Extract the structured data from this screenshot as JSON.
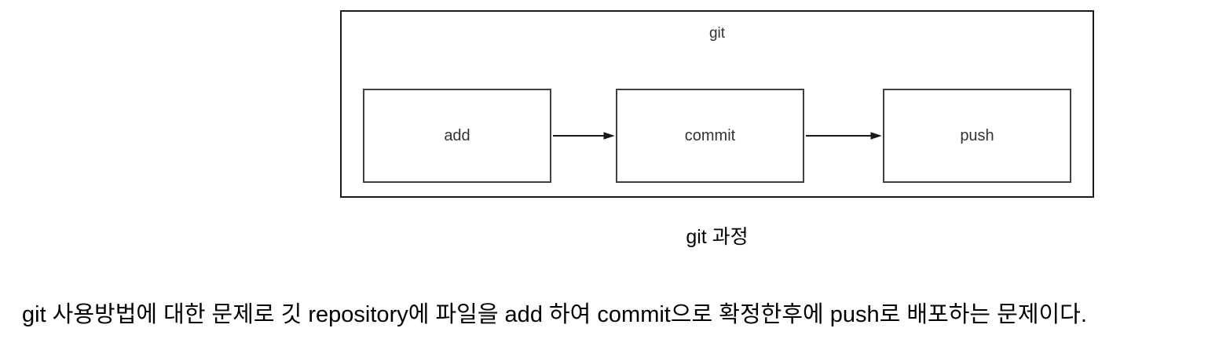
{
  "diagram": {
    "container": {
      "label": "git"
    },
    "nodes": [
      {
        "id": "add",
        "label": "add"
      },
      {
        "id": "commit",
        "label": "commit"
      },
      {
        "id": "push",
        "label": "push"
      }
    ],
    "arrows": [
      {
        "from": "add",
        "to": "commit"
      },
      {
        "from": "commit",
        "to": "push"
      }
    ],
    "colors": {
      "container_border": "#1a1a1a",
      "node_border": "#404040",
      "arrow": "#1a1a1a",
      "label_text": "#333333"
    }
  },
  "caption": {
    "text": "git 과정"
  },
  "description": {
    "text": "git 사용방법에 대한 문제로 깃 repository에 파일을 add 하여 commit으로 확정한후에 push로 배포하는 문제이다."
  }
}
